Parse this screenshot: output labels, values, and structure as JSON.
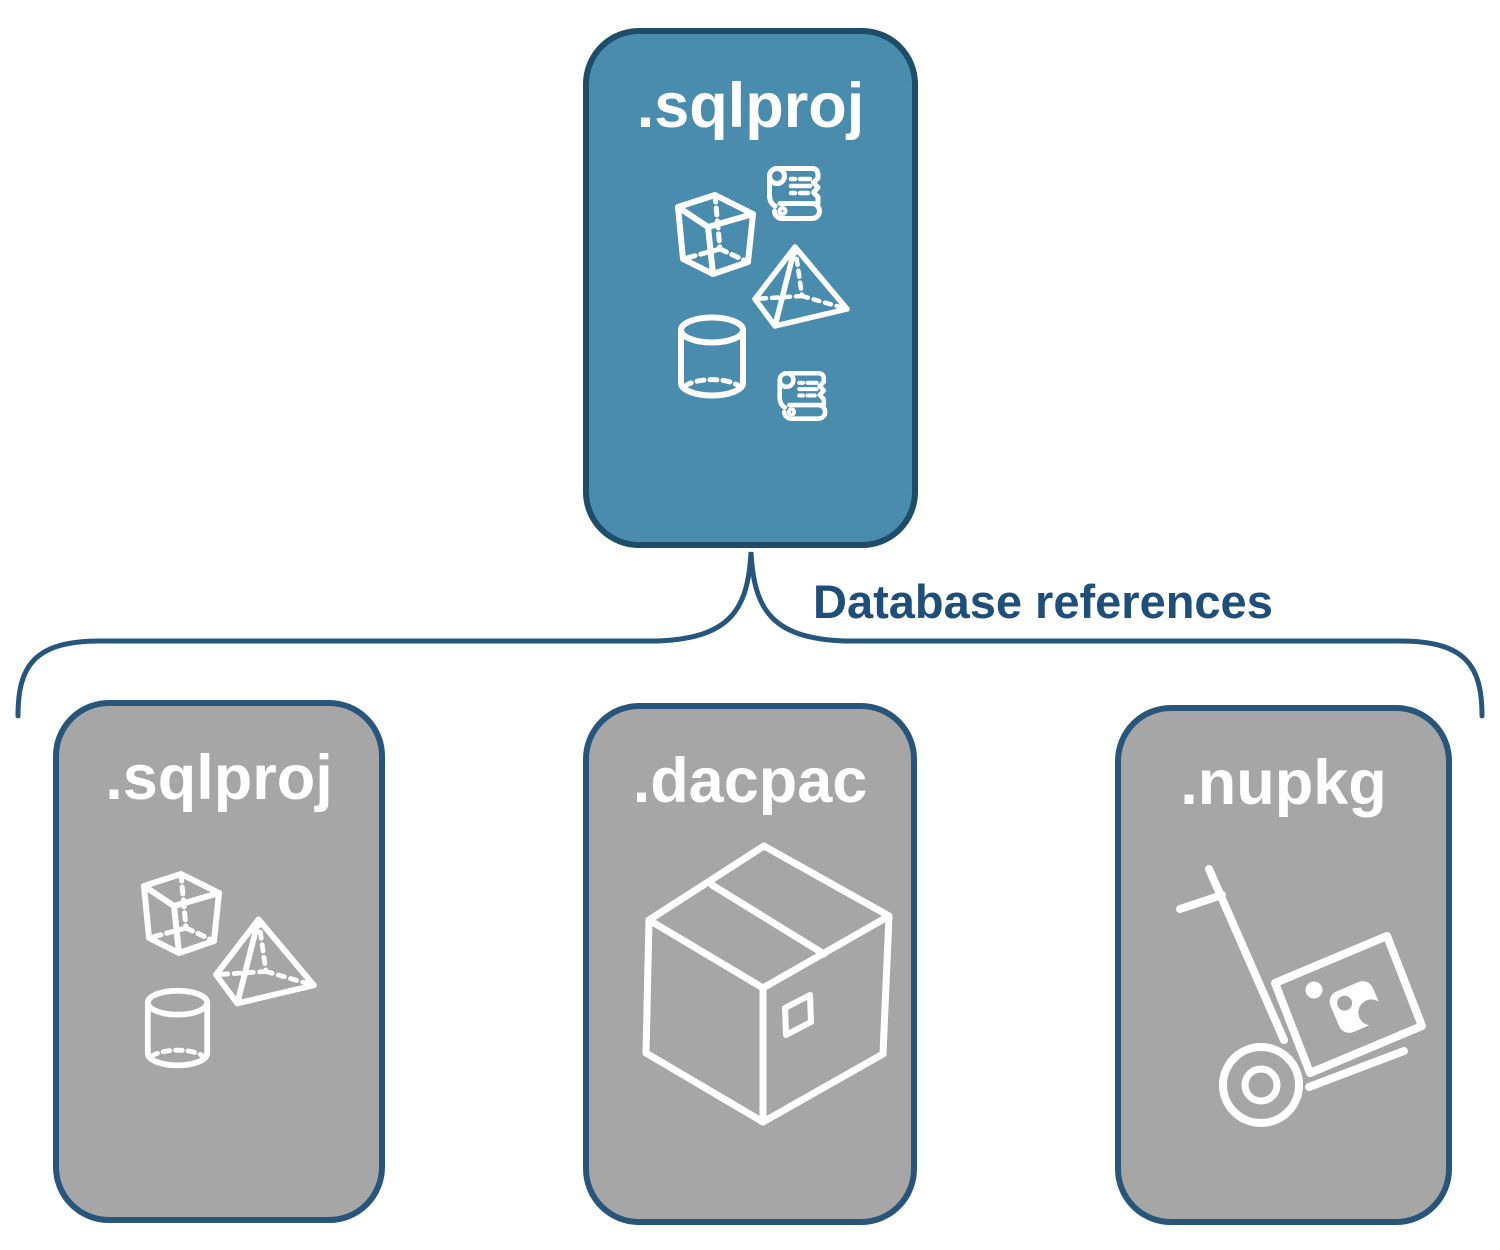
{
  "root_box": {
    "label": ".sqlproj"
  },
  "connector": {
    "label": "Database references"
  },
  "child_boxes": [
    {
      "label": ".sqlproj"
    },
    {
      "label": ".dacpac"
    },
    {
      "label": ".nupkg"
    }
  ],
  "icons": {
    "root": [
      "scroll-icon",
      "cube-icon",
      "pyramid-icon",
      "cylinder-icon",
      "scroll-icon"
    ],
    "child_sqlproj": [
      "cube-icon",
      "pyramid-icon",
      "cylinder-icon"
    ],
    "child_dacpac": [
      "package-box-icon"
    ],
    "child_nupkg": [
      "hand-truck-icon"
    ]
  },
  "colors": {
    "background": "#ffffff",
    "root_fill": "#4a8cad",
    "root_border": "#1d4d68",
    "child_fill": "#a6a6a6",
    "child_border": "#28567b",
    "box_label_text": "#ffffff",
    "connector_line": "#27567c",
    "connector_label_text": "#1f4e79",
    "icon_stroke": "#ffffff"
  }
}
